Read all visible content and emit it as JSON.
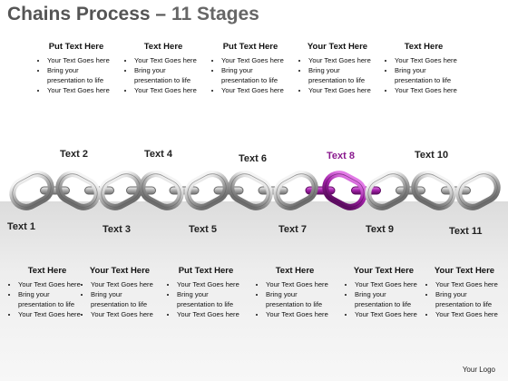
{
  "title": {
    "main": "Chains Process",
    "dash": " – ",
    "sub": "11 Stages"
  },
  "top_blocks": [
    {
      "heading": "Put Text Here",
      "bullets": [
        "Your Text Goes here",
        "Bring your presentation to life",
        "Your Text Goes here"
      ]
    },
    {
      "heading": "Text Here",
      "bullets": [
        "Your Text Goes here",
        "Bring your presentation to life",
        "Your Text Goes here"
      ]
    },
    {
      "heading": "Put Text Here",
      "bullets": [
        "Your Text Goes here",
        "Bring your presentation to life",
        "Your Text Goes here"
      ]
    },
    {
      "heading": "Your Text Here",
      "bullets": [
        "Your Text Goes here",
        "Bring your presentation to life",
        "Your Text Goes here"
      ]
    },
    {
      "heading": "Text Here",
      "bullets": [
        "Your Text Goes here",
        "Bring your presentation to life",
        "Your Text Goes here"
      ]
    }
  ],
  "bottom_blocks": [
    {
      "heading": "Text Here",
      "bullets": [
        "Your Text Goes here",
        "Bring your presentation to life",
        "Your Text Goes here"
      ]
    },
    {
      "heading": "Your Text Here",
      "bullets": [
        "Your Text Goes here",
        "Bring your presentation to life",
        "Your Text Goes here"
      ]
    },
    {
      "heading": "Put Text Here",
      "bullets": [
        "Your Text Goes here",
        "Bring your presentation to life",
        "Your Text Goes here"
      ]
    },
    {
      "heading": "Text Here",
      "bullets": [
        "Your Text Goes here",
        "Bring your presentation to life",
        "Your Text Goes here"
      ]
    },
    {
      "heading": "Your Text Here",
      "bullets": [
        "Your Text Goes here",
        "Bring your presentation to life",
        "Your Text Goes here"
      ]
    },
    {
      "heading": "Your Text Here",
      "bullets": [
        "Your Text Goes here",
        "Bring your presentation to life",
        "Your Text Goes here"
      ]
    }
  ],
  "stages": [
    "Text 1",
    "Text 2",
    "Text 3",
    "Text 4",
    "Text 5",
    "Text 6",
    "Text 7",
    "Text 8",
    "Text 9",
    "Text 10",
    "Text 11"
  ],
  "highlight_stage": 8,
  "colors": {
    "link": "#b9b9b9",
    "link_dark": "#7a7a7a",
    "highlight": "#9b1f9e",
    "highlight_text": "#8a1a8e"
  },
  "footer": "Your Logo"
}
